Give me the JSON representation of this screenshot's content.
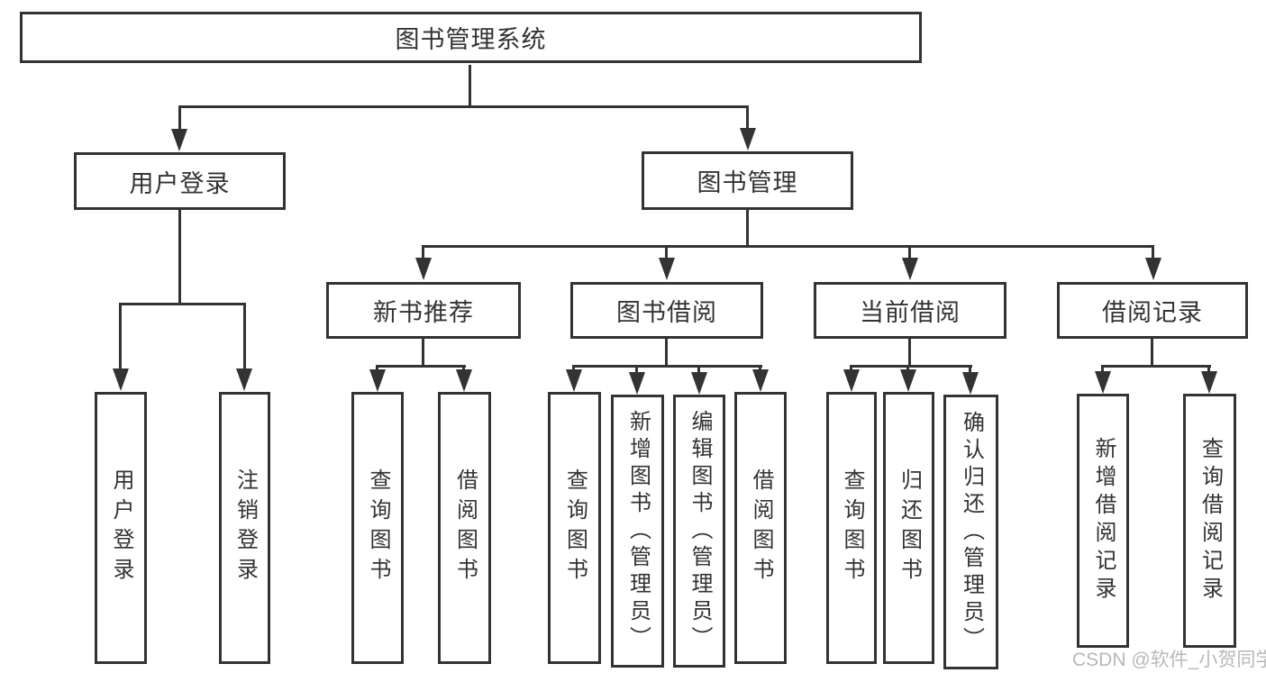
{
  "diagram": {
    "title": "图书管理系统",
    "colors": {
      "line": "#333333",
      "box_background": "#ffffff",
      "text": "#333333",
      "watermark": "#b8b8b8"
    },
    "nodes": {
      "root": "图书管理系统",
      "user_login": "用户登录",
      "book_management": "图书管理",
      "new_book_recommend": "新书推荐",
      "book_borrow": "图书借阅",
      "current_borrow": "当前借阅",
      "borrow_record": "借阅记录",
      "leaf_user_login": "用户登录",
      "leaf_logout": "注销登录",
      "leaf_query_book_1": "查询图书",
      "leaf_borrow_book_1": "借阅图书",
      "leaf_query_book_2": "查询图书",
      "leaf_add_book": "新增图书（管理员）",
      "leaf_edit_book": "编辑图书（管理员）",
      "leaf_borrow_book_2": "借阅图书",
      "leaf_query_book_3": "查询图书",
      "leaf_return_book": "归还图书",
      "leaf_confirm_return": "确认归还（管理员）",
      "leaf_add_borrow_record": "新增借阅记录",
      "leaf_query_borrow_record": "查询借阅记录"
    },
    "watermark": "CSDN @软件_小贺同学"
  }
}
